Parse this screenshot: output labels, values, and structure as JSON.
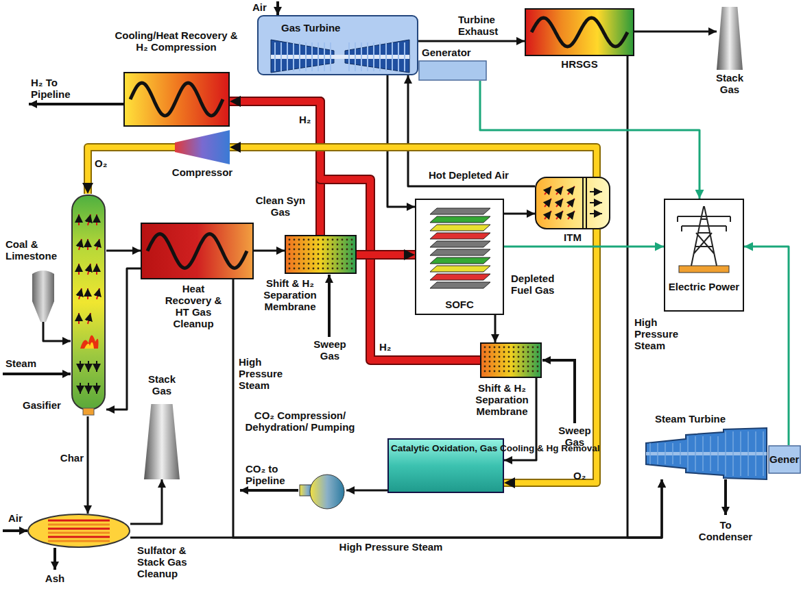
{
  "diagram": {
    "nodes": [
      {
        "text": [
          "Cooling/Heat Recovery & H₂ Compression"
        ]
      },
      {
        "text": [
          "Gas Turbine"
        ]
      },
      {
        "text": [
          "Generator"
        ]
      },
      {
        "text": [
          "HRSGS"
        ]
      },
      {
        "text": [
          "Stack Gas"
        ]
      },
      {
        "text": [
          "Compressor"
        ]
      },
      {
        "text": [
          "ITM"
        ]
      },
      {
        "text": [
          "Heat Recovery & HT Gas Cleanup"
        ]
      },
      {
        "text": [
          "Shift & H₂ Separation Membrane"
        ]
      },
      {
        "text": [
          "SOFC"
        ]
      },
      {
        "text": [
          "Electric Power"
        ]
      },
      {
        "text": [
          "Coal & Limestone"
        ]
      },
      {
        "text": [
          "Gasifier"
        ]
      },
      {
        "text": [
          "Shift & H₂ Separation Membrane"
        ]
      },
      {
        "text": [
          "Stack Gas"
        ]
      },
      {
        "text": [
          "CO₂ Compression/ Dehydration/ Pumping"
        ]
      },
      {
        "text": [
          "Catalytic Oxidation, Gas Cooling & Hg Removal"
        ]
      },
      {
        "text": [
          "Steam Turbine"
        ]
      },
      {
        "text": [
          "Gener"
        ]
      },
      {
        "text": [
          "Sulfator & Stack Gas Cleanup"
        ]
      }
    ],
    "edges": [
      {
        "from": 11,
        "to": 12,
        "arrow": "to"
      },
      {
        "from": 12,
        "to": 7,
        "arrow": "to"
      },
      {
        "from": 7,
        "to": 8,
        "arrow": "to",
        "label": "Clean Syn Gas"
      },
      {
        "from": 8,
        "to": 0,
        "arrow": "to",
        "label": "H₂"
      },
      {
        "from": 13,
        "to": 0,
        "arrow": "to",
        "label": "H₂"
      },
      {
        "from": 8,
        "to": 9,
        "arrow": "to"
      },
      {
        "from": 9,
        "to": 13,
        "arrow": "to",
        "label": "Depleted Fuel Gas"
      },
      {
        "from": 13,
        "to": 16,
        "arrow": "to"
      },
      {
        "from": 16,
        "to": 15,
        "arrow": "to"
      },
      {
        "from": 1,
        "to": 9,
        "arrow": "to"
      },
      {
        "from": 9,
        "to": 6,
        "arrow": "to"
      },
      {
        "from": 6,
        "to": 1,
        "arrow": "to",
        "label": "Hot Depleted Air"
      },
      {
        "from": 1,
        "to": 3,
        "arrow": "to",
        "label": "Turbine Exhaust"
      },
      {
        "from": 3,
        "to": 4,
        "arrow": "to"
      },
      {
        "from": 3,
        "to": 17,
        "arrow": "to",
        "label": "High Pressure Steam"
      },
      {
        "from": 6,
        "to": 5,
        "arrow": "to"
      },
      {
        "from": 5,
        "to": 12,
        "arrow": "to",
        "label": "O₂"
      },
      {
        "from": 6,
        "to": 16,
        "arrow": "to",
        "label": "O₂"
      },
      {
        "from": 2,
        "to": 10,
        "arrow": "to"
      },
      {
        "from": 9,
        "to": 10,
        "arrow": "to"
      },
      {
        "from": 18,
        "to": 10,
        "arrow": "to"
      },
      {
        "from": 12,
        "to": 19,
        "arrow": "to",
        "label": "Char"
      },
      {
        "from": 19,
        "to": 14,
        "arrow": "to"
      },
      {
        "from": 19,
        "to": 17,
        "arrow": "to",
        "label": "High Pressure Steam"
      },
      {
        "from": 7,
        "to": 17,
        "arrow": "to",
        "label": "High Pressure Steam"
      },
      {
        "from": 7,
        "to": 12,
        "arrow": "to"
      }
    ],
    "labels": [
      "H₂ To Pipeline",
      "Air",
      "Steam",
      "Air",
      "Ash",
      "CO₂ to Pipeline",
      "Sweep Gas",
      "Sweep Gas",
      "To Condenser"
    ]
  }
}
